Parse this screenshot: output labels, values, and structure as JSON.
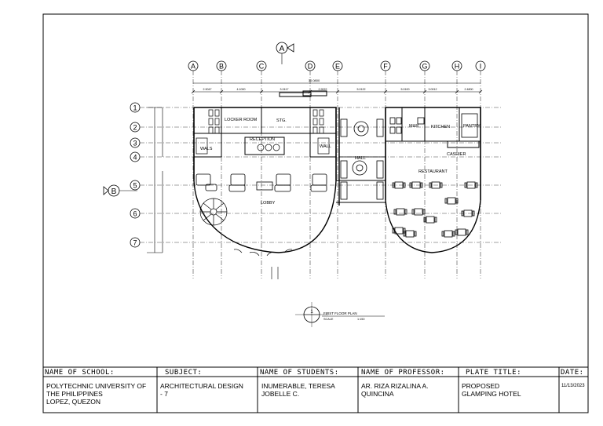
{
  "grid_columns": [
    "A",
    "B",
    "C",
    "D",
    "E",
    "F",
    "G",
    "H",
    "I"
  ],
  "grid_rows": [
    "1",
    "2",
    "3",
    "4",
    "5",
    "6",
    "7"
  ],
  "section_markers": {
    "top": "A",
    "left": "B"
  },
  "dimensions": {
    "overall": "30.0800",
    "segments": [
      "2.9047",
      "4.1000",
      "3.2417",
      "2.9022",
      "5.0122",
      "5.0100",
      "3.0012",
      "2.4800"
    ]
  },
  "rooms": {
    "locker_room": "LOCKER ROOM",
    "storage": "STG.",
    "reception": "RECEPTION",
    "wall_left": "WALS",
    "wall_right": "WALL",
    "lobby": "LOBBY",
    "hall": "HALL",
    "mr": "M&R",
    "kitchen": "KITCHEN",
    "pantry": "PANTRY",
    "cashier": "CASHIER",
    "restaurant": "RESTAURANT"
  },
  "drawing": {
    "number": "1",
    "title": "FIRST FLOOR PLAN",
    "scale_label": "SCALE",
    "scale_value": "1:150"
  },
  "title_block": {
    "school": {
      "header": "NAME OF SCHOOL:",
      "lines": [
        "POLYTECHNIC UNIVERSITY OF",
        "THE PHILIPPINES",
        "LOPEZ, QUEZON"
      ]
    },
    "subject": {
      "header": "SUBJECT:",
      "lines": [
        "ARCHITECTURAL DESIGN",
        "- 7"
      ]
    },
    "students": {
      "header": "NAME OF STUDENTS:",
      "lines": [
        "INUMERABLE, TERESA",
        "JOBELLE C."
      ]
    },
    "professor": {
      "header": "NAME OF PROFESSOR:",
      "lines": [
        "AR. RIZA RIZALINA A.",
        "QUINCINA"
      ]
    },
    "plate": {
      "header": "PLATE TITLE:",
      "lines": [
        "PROPOSED",
        "GLAMPING HOTEL"
      ]
    },
    "date": {
      "header": "DATE:",
      "value": "11/13/2023"
    }
  }
}
